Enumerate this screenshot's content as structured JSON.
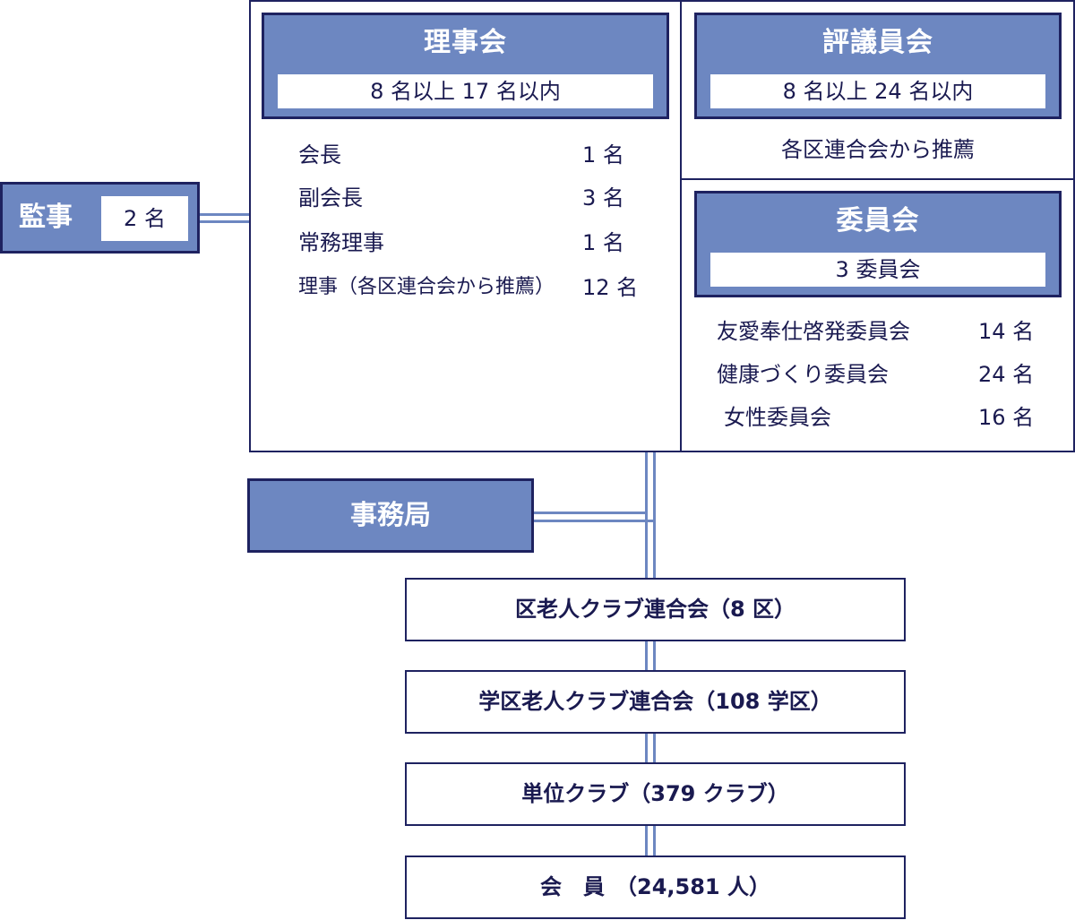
{
  "auditor": {
    "label": "監事",
    "count": "2 名"
  },
  "board": {
    "title": "理事会",
    "range": "8 名以上 17 名以内",
    "members": [
      {
        "role": "会長",
        "count": "1 名"
      },
      {
        "role": "副会長",
        "count": "3 名"
      },
      {
        "role": "常務理事",
        "count": "1 名"
      },
      {
        "role": "理事（各区連合会から推薦）",
        "count": "12 名"
      }
    ]
  },
  "council": {
    "title": "評議員会",
    "range": "8 名以上 24 名以内",
    "note": "各区連合会から推薦"
  },
  "committees": {
    "title": "委員会",
    "range": "3 委員会",
    "items": [
      {
        "name": "友愛奉仕啓発委員会",
        "count": "14 名"
      },
      {
        "name": "健康づくり委員会",
        "count": "24 名"
      },
      {
        "name": "女性委員会",
        "count": "16 名"
      }
    ]
  },
  "secretariat": {
    "label": "事務局"
  },
  "levels": [
    "区老人クラブ連合会（8 区）",
    "学区老人クラブ連合会（108 学区）",
    "単位クラブ（379 クラブ）",
    "会　員　（24,581 人）"
  ]
}
